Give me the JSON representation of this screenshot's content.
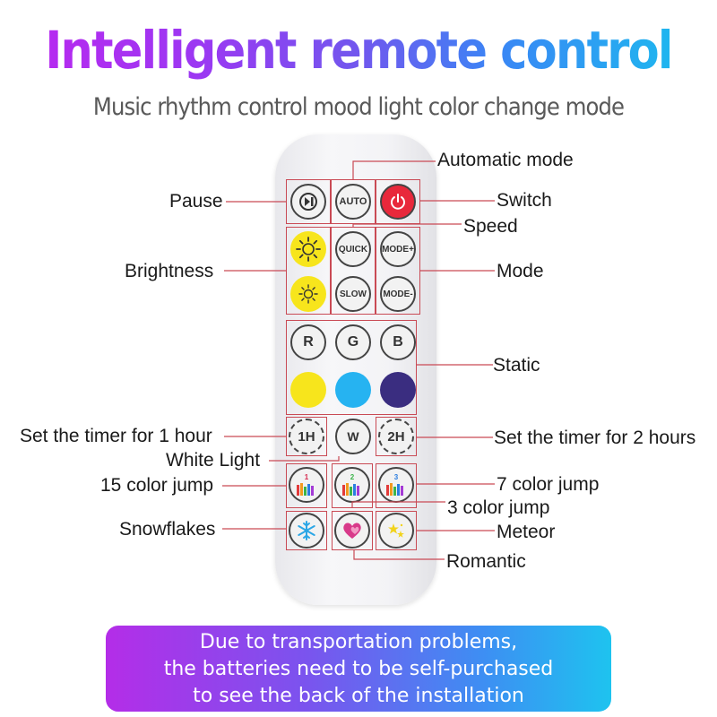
{
  "title": "Intelligent remote control",
  "subtitle": "Music rhythm control mood light color change mode",
  "buttons": {
    "auto": "AUTO",
    "quick": "QUICK",
    "slow": "SLOW",
    "mode_plus": "MODE+",
    "mode_minus": "MODE-",
    "r": "R",
    "g": "G",
    "b": "B",
    "w": "W",
    "timer_1h": "1H",
    "timer_2h": "2H",
    "jump_1": "1",
    "jump_2": "2",
    "jump_3": "3"
  },
  "labels": {
    "automatic_mode": "Automatic mode",
    "pause": "Pause",
    "switch": "Switch",
    "speed": "Speed",
    "brightness": "Brightness",
    "mode": "Mode",
    "static": "Static",
    "timer_1h": "Set the timer for 1 hour",
    "timer_2h": "Set the timer for 2 hours",
    "white_light": "White Light",
    "color_jump_15": "15 color jump",
    "color_jump_7": "7 color jump",
    "color_jump_3": "3 color jump",
    "snowflakes": "Snowflakes",
    "meteor": "Meteor",
    "romantic": "Romantic"
  },
  "banner": {
    "line1": "Due to transportation problems,",
    "line2": "the batteries need to be self-purchased",
    "line3": "to see the back of the installation"
  },
  "colors": {
    "power": "#e8283b",
    "yellow": "#f7e51c",
    "blue": "#26b3f1",
    "purple": "#3a2d80",
    "frame": "#c94a55"
  },
  "icons": {
    "pause": "play-pause-icon",
    "power": "power-icon",
    "brightness_up": "sun-large-icon",
    "brightness_down": "sun-small-icon",
    "snowflake": "snowflake-icon",
    "romantic": "heart-icon",
    "meteor": "stars-icon"
  }
}
